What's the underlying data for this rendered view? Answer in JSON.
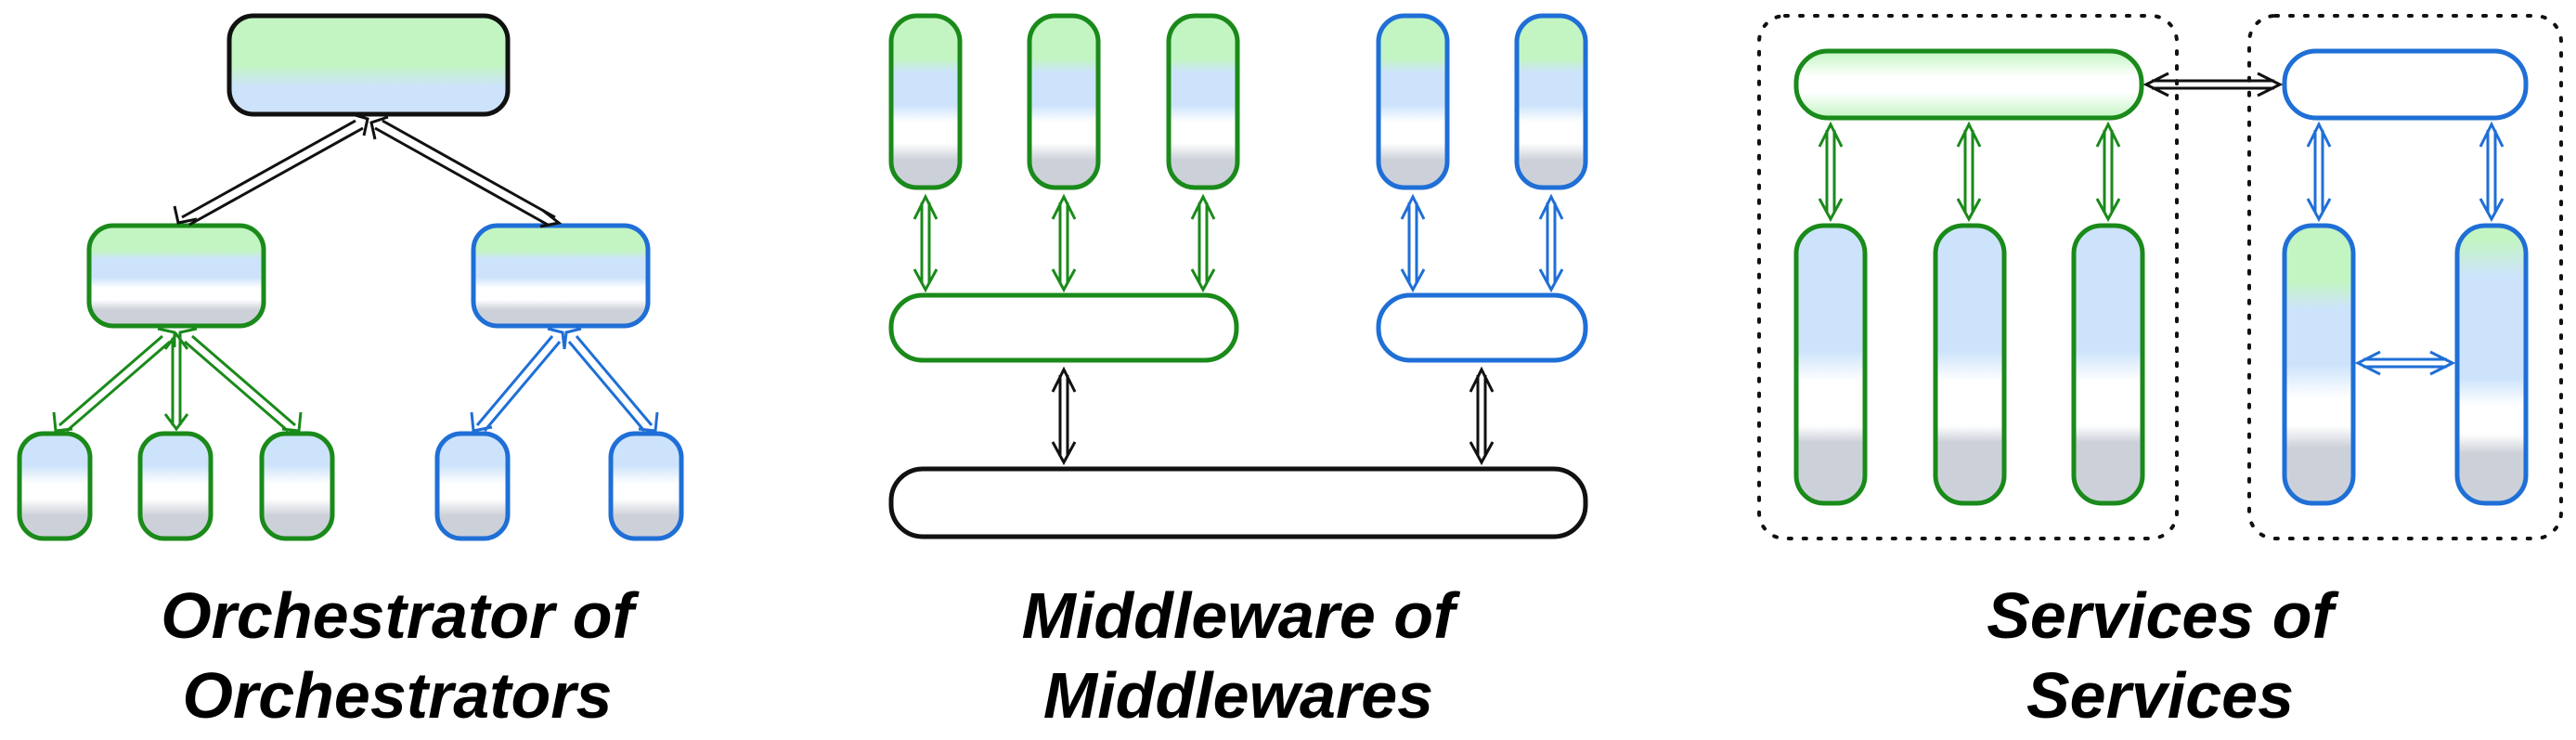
{
  "colors": {
    "green": "#1a8a1a",
    "blue": "#1f6fd6",
    "black": "#111111",
    "fill_green": "#c2f5c2",
    "fill_blue": "#cde3fb",
    "fill_white": "#ffffff",
    "fill_gray": "#ccd1d9"
  },
  "captions": {
    "orchestrator": {
      "line1": "Orchestrator of",
      "line2": "Orchestrators"
    },
    "middleware": {
      "line1": "Middleware of",
      "line2": "Middlewares"
    },
    "services": {
      "line1": "Services of",
      "line2": "Services"
    }
  }
}
